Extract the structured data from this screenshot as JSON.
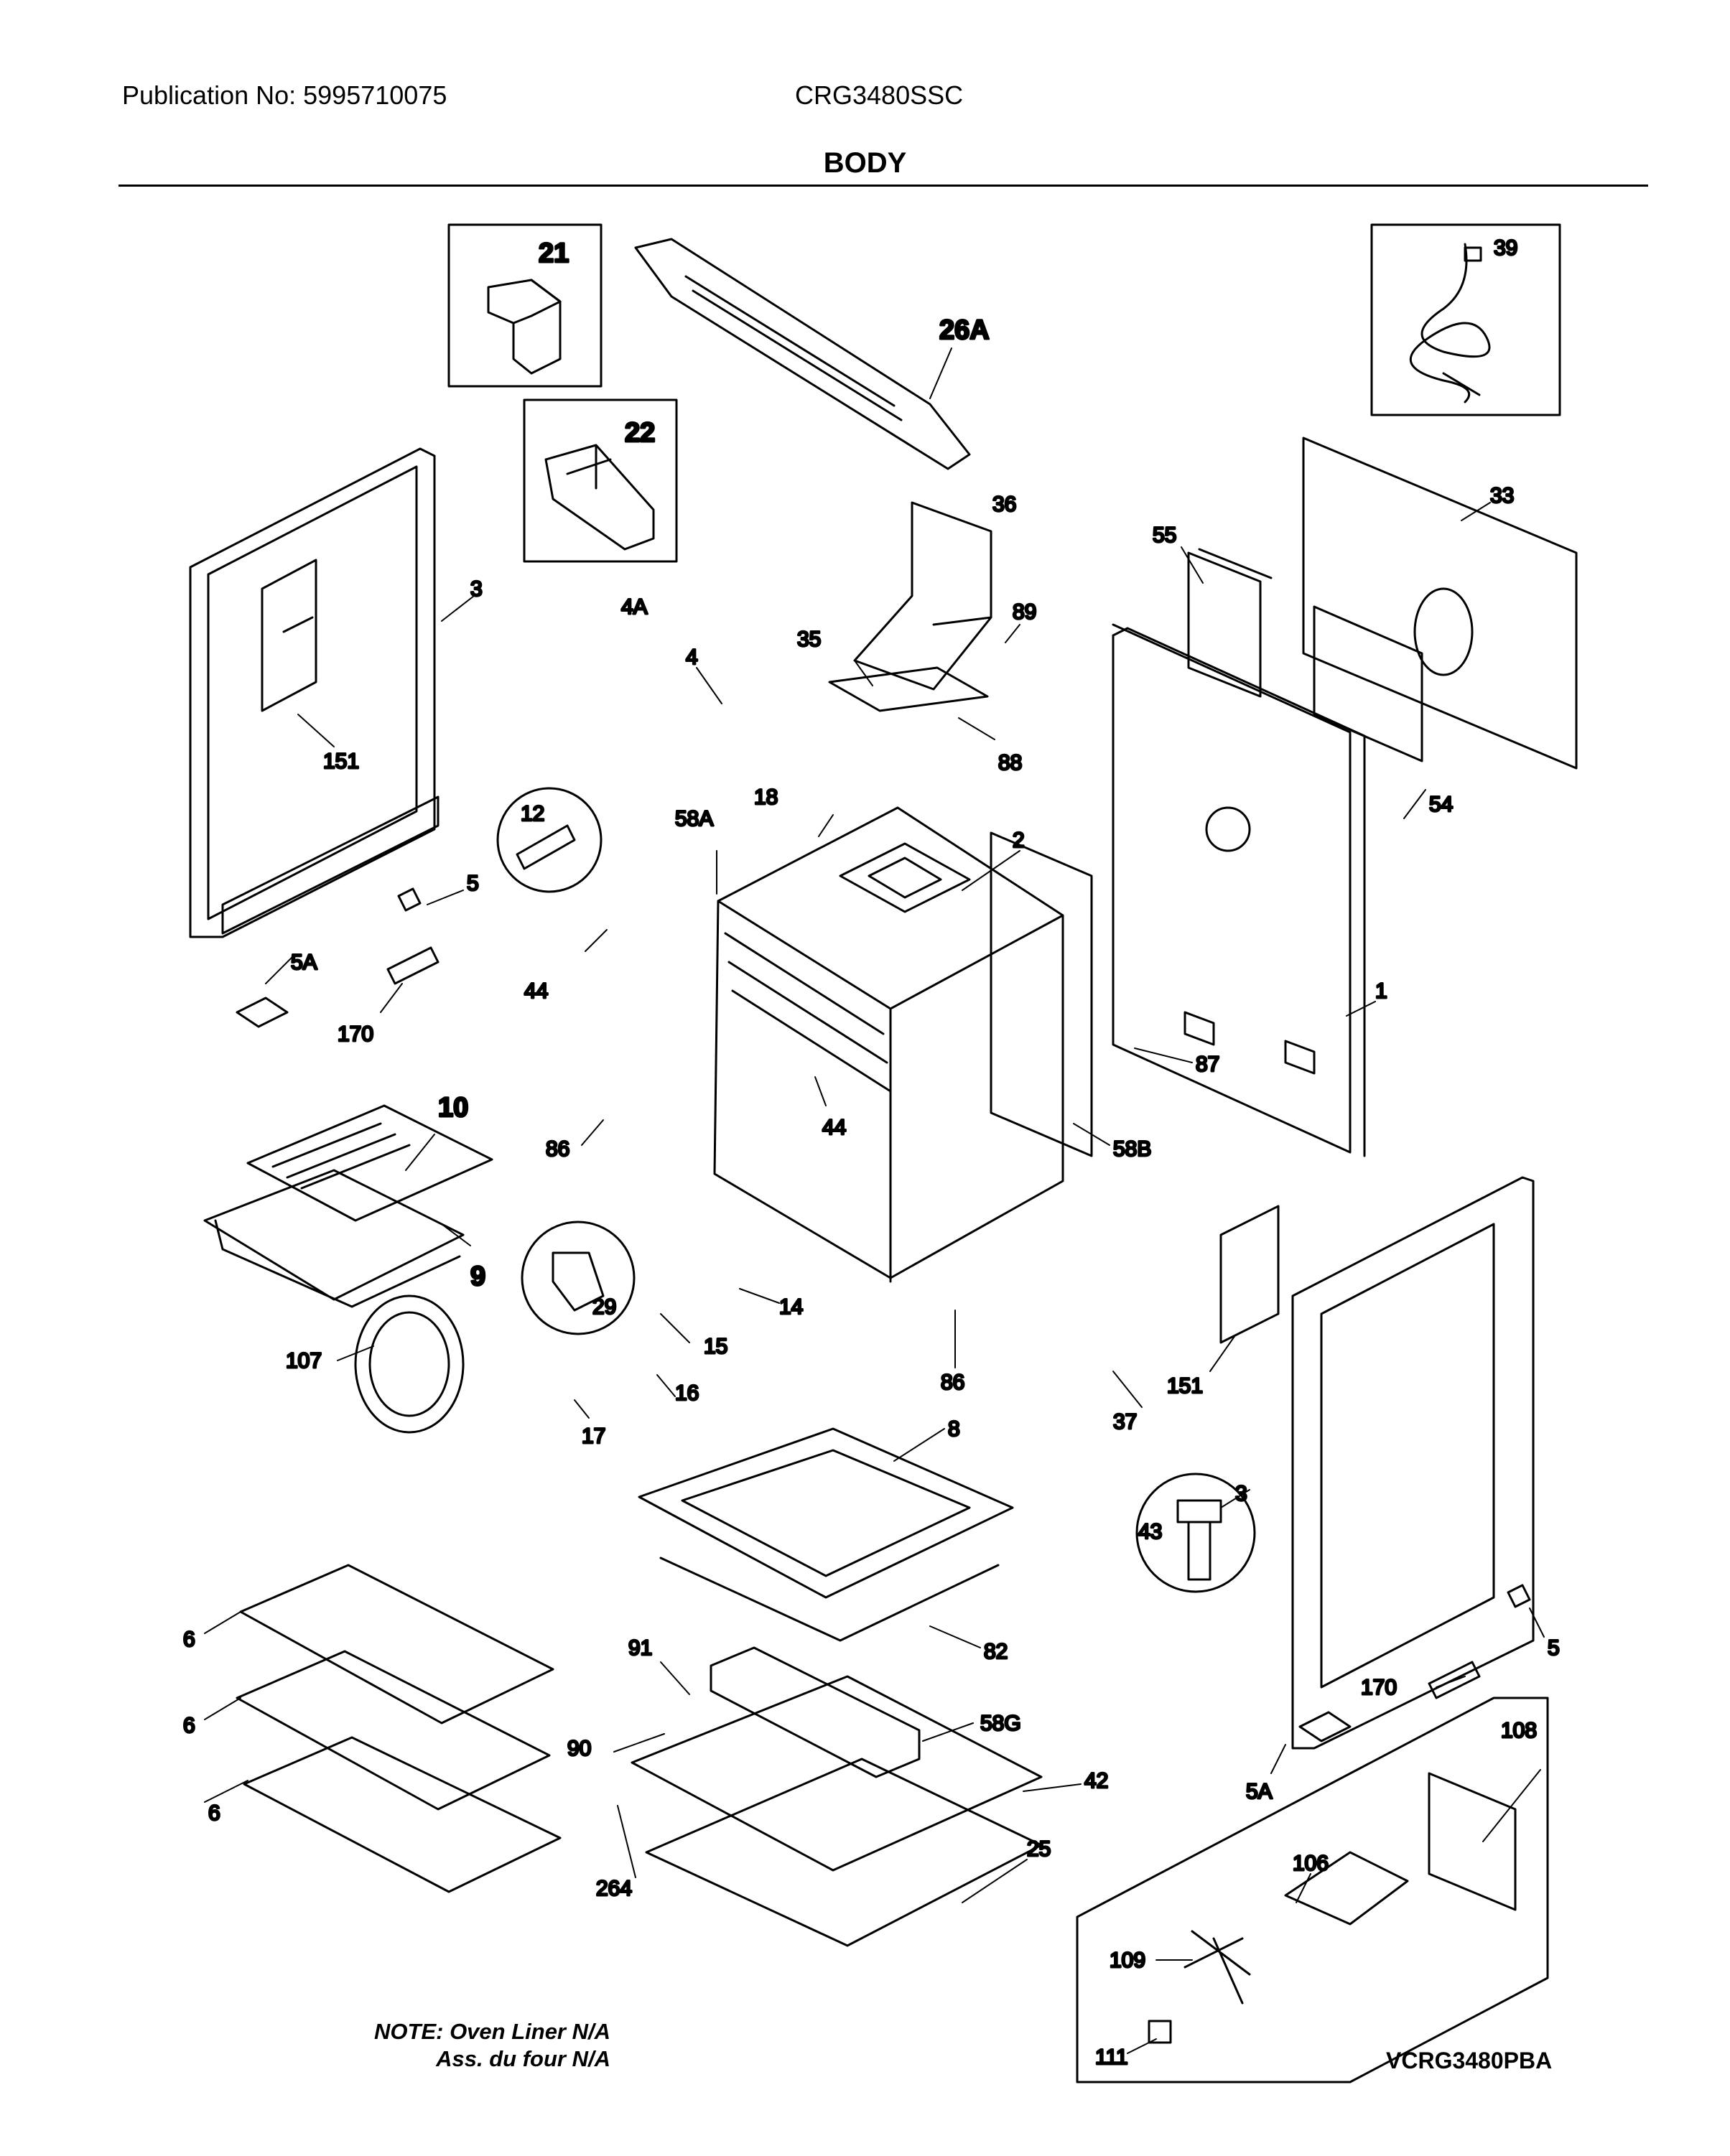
{
  "header": {
    "publication": "Publication No: 5995710075",
    "model": "CRG3480SSC",
    "title": "BODY"
  },
  "callouts": {
    "c21": "21",
    "c26A": "26A",
    "c39": "39",
    "c22": "22",
    "c36": "36",
    "c33": "33",
    "c3a": "3",
    "c4A": "4A",
    "c55": "55",
    "c89": "89",
    "c35": "35",
    "c4": "4",
    "c88": "88",
    "c151a": "151",
    "c12": "12",
    "c18": "18",
    "c58A": "58A",
    "c2": "2",
    "c54": "54",
    "c5a": "5",
    "c5Aa": "5A",
    "c44a": "44",
    "c1": "1",
    "c170a": "170",
    "c87": "87",
    "c10": "10",
    "c44b": "44",
    "c86a": "86",
    "c58B": "58B",
    "c9": "9",
    "c29": "29",
    "c14": "14",
    "c107": "107",
    "c15": "15",
    "c86b": "86",
    "c151b": "151",
    "c16": "16",
    "c37": "37",
    "c17": "17",
    "c8": "8",
    "c3b": "3",
    "c43": "43",
    "c6a": "6",
    "c82": "82",
    "c5b": "5",
    "c91": "91",
    "c170b": "170",
    "c6b": "6",
    "c58G": "58G",
    "c108": "108",
    "c90": "90",
    "c42": "42",
    "c5Ab": "5A",
    "c6c": "6",
    "c25": "25",
    "c106": "106",
    "c264": "264",
    "c109": "109",
    "c111": "111"
  },
  "footer": {
    "note_line1": "NOTE: Oven Liner N/A",
    "note_line2": "Ass. du four N/A",
    "diagram_code": "VCRG3480PBA"
  }
}
